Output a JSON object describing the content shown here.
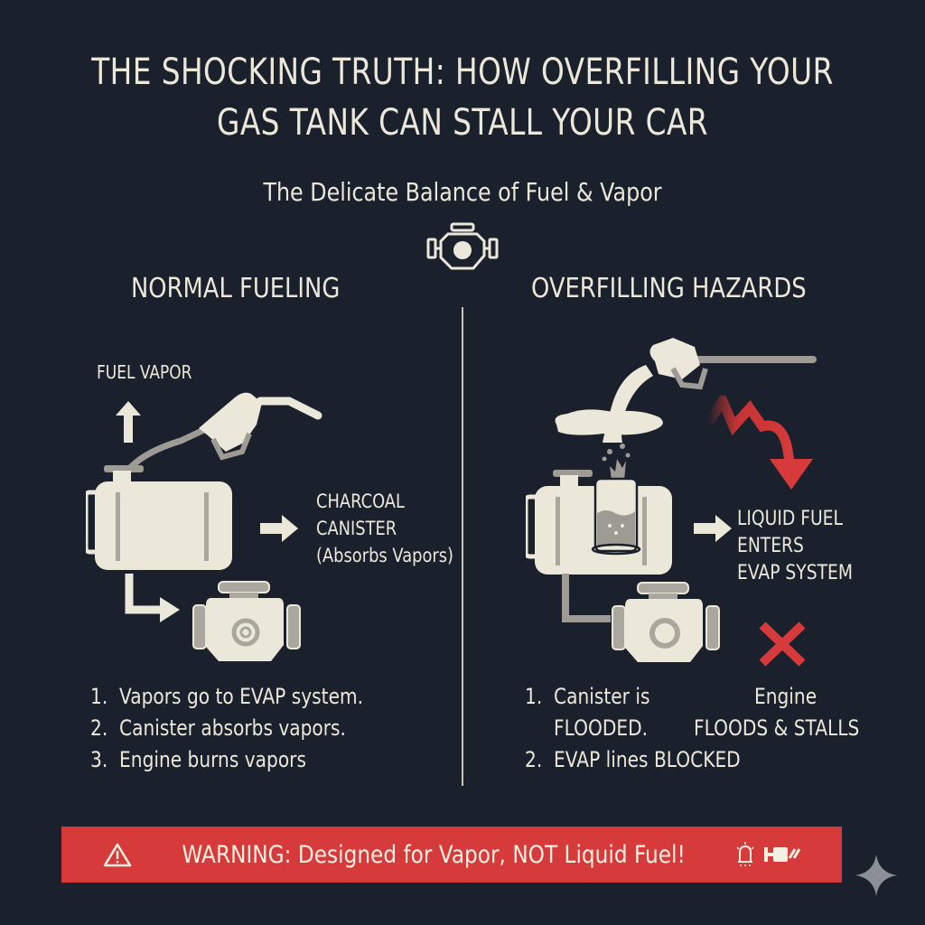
{
  "header": {
    "title": "THE SHOCKING TRUTH: HOW OVERFILLING YOUR\nGAS TANK CAN STALL YOUR CAR",
    "subtitle": "The Delicate Balance of Fuel & Vapor",
    "center_icon": "engine-icon"
  },
  "normal": {
    "heading": "NORMAL FUELING",
    "vapor_label": "FUEL VAPOR",
    "canister_label_1": "CHARCOAL",
    "canister_label_2": "CANISTER",
    "canister_label_3": "(Absorbs Vapors)",
    "steps": [
      "1.  Vapors go to EVAP system.",
      "2.  Canister absorbs vapors.",
      "3.  Engine burns vapors"
    ],
    "icons": [
      "up-arrow-icon",
      "fuel-nozzle-icon",
      "fuel-tank-icon",
      "right-arrow-icon",
      "elbow-arrow-icon",
      "engine-icon"
    ]
  },
  "overfill": {
    "heading": "OVERFILLING HAZARDS",
    "liquid_label_1": "LIQUID FUEL",
    "liquid_label_2": "ENTERS",
    "liquid_label_3": "EVAP SYSTEM",
    "steps": [
      "1.  Canister is",
      "     FLOODED.",
      "2.  EVAP lines BLOCKED"
    ],
    "engine_result_1": "Engine",
    "engine_result_2": "FLOODS & STALLS",
    "icons": [
      "fuel-nozzle-spill-icon",
      "fuel-puddle-icon",
      "zigzag-down-arrow-icon",
      "flooded-canister-icon",
      "fuel-tank-icon",
      "right-arrow-icon",
      "engine-icon",
      "red-x-icon"
    ]
  },
  "warning": {
    "text": "WARNING: Designed for Vapor, NOT Liquid Fuel!",
    "icons": [
      "warning-triangle-icon",
      "alarm-light-icon",
      "engine-plug-icon"
    ]
  },
  "colors": {
    "background": "#1b212c",
    "cream": "#ece8d9",
    "gray": "#9d9b94",
    "accent_red": "#d63a3a",
    "sparkle": "#8c8f96"
  }
}
